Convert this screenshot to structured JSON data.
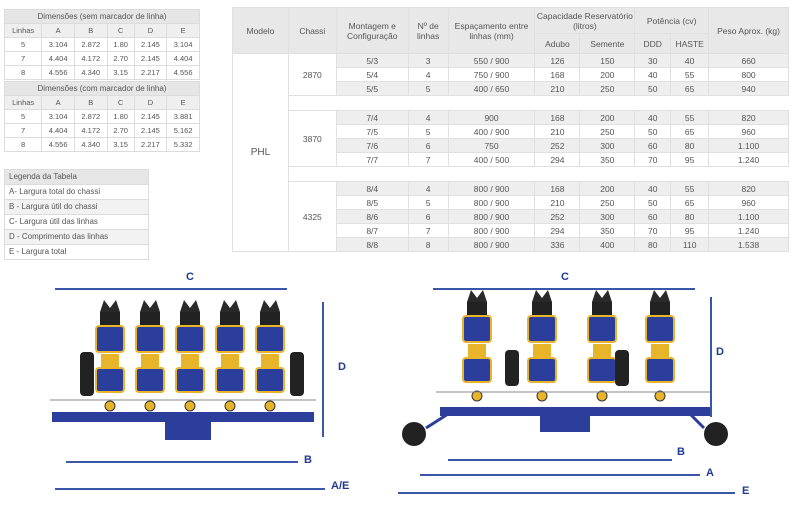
{
  "dims_without": {
    "title": "Dimensões (sem marcador de linha)",
    "headers": [
      "Linhas",
      "A",
      "B",
      "C",
      "D",
      "E"
    ],
    "rows": [
      [
        "5",
        "3.104",
        "2.872",
        "1.80",
        "2.145",
        "3.104"
      ],
      [
        "7",
        "4.404",
        "4.172",
        "2.70",
        "2.145",
        "4.404"
      ],
      [
        "8",
        "4.556",
        "4.340",
        "3.15",
        "2.217",
        "4.556"
      ]
    ]
  },
  "dims_with": {
    "title": "Dimensões (com marcador de linha)",
    "headers": [
      "Linhas",
      "A",
      "B",
      "C",
      "D",
      "E"
    ],
    "rows": [
      [
        "5",
        "3.104",
        "2.872",
        "1.80",
        "2.145",
        "3.881"
      ],
      [
        "7",
        "4.404",
        "4.172",
        "2.70",
        "2.145",
        "5.162"
      ],
      [
        "8",
        "4.556",
        "4.340",
        "3.15",
        "2.217",
        "5.332"
      ]
    ]
  },
  "legend": {
    "title": "Legenda da Tabela",
    "items": [
      "A- Largura total do chassi",
      "B - Largura útil do chassi",
      "C- Largura útil das linhas",
      "D - Comprimento das linhas",
      "E - Largura total"
    ]
  },
  "spec": {
    "headers": {
      "modelo": "Modelo",
      "chassi": "Chassi",
      "montagem": "Montagem e Configuração",
      "linhas": "Nº de linhas",
      "espacamento": "Espaçamento entre linhas (mm)",
      "capacidade": "Capacidade Reservatório (litros)",
      "adubo": "Adubo",
      "semente": "Semente",
      "potencia": "Potência (cv)",
      "ddd": "DDD",
      "haste": "HASTE",
      "peso": "Peso Aprox. (kg)"
    },
    "model": "PHL",
    "groups": [
      {
        "chassi": "2870",
        "rows": [
          [
            "5/3",
            "3",
            "550 / 900",
            "126",
            "150",
            "30",
            "40",
            "660"
          ],
          [
            "5/4",
            "4",
            "750 / 900",
            "168",
            "200",
            "40",
            "55",
            "800"
          ],
          [
            "5/5",
            "5",
            "400 / 650",
            "210",
            "250",
            "50",
            "65",
            "940"
          ]
        ]
      },
      {
        "chassi": "3870",
        "rows": [
          [
            "7/4",
            "4",
            "900",
            "168",
            "200",
            "40",
            "55",
            "820"
          ],
          [
            "7/5",
            "5",
            "400 / 900",
            "210",
            "250",
            "50",
            "65",
            "960"
          ],
          [
            "7/6",
            "6",
            "750",
            "252",
            "300",
            "60",
            "80",
            "1.100"
          ],
          [
            "7/7",
            "7",
            "400 / 500",
            "294",
            "350",
            "70",
            "95",
            "1.240"
          ]
        ]
      },
      {
        "chassi": "4325",
        "rows": [
          [
            "8/4",
            "4",
            "800 / 900",
            "168",
            "200",
            "40",
            "55",
            "820"
          ],
          [
            "8/5",
            "5",
            "800 / 900",
            "210",
            "250",
            "50",
            "65",
            "960"
          ],
          [
            "8/6",
            "6",
            "800 / 900",
            "252",
            "300",
            "60",
            "80",
            "1.100"
          ],
          [
            "8/7",
            "7",
            "800 / 900",
            "294",
            "350",
            "70",
            "95",
            "1.240"
          ],
          [
            "8/8",
            "8",
            "800 / 900",
            "336",
            "400",
            "80",
            "110",
            "1.538"
          ]
        ]
      }
    ]
  },
  "diagram_labels": {
    "c": "C",
    "d": "D",
    "b": "B",
    "ae": "A/E",
    "a": "A",
    "e": "E"
  },
  "colors": {
    "frame": "#2c3e9c",
    "hopper": "#e8b52a",
    "dimension": "#3a56a8"
  }
}
